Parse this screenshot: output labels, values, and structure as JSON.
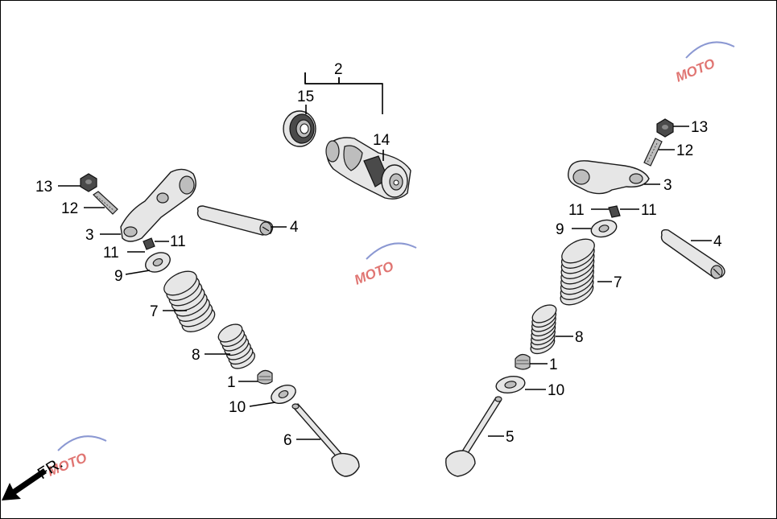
{
  "callouts": {
    "c2": "2",
    "c15": "15",
    "c14": "14",
    "left": {
      "c13": "13",
      "c12": "12",
      "c3": "3",
      "c11a": "11",
      "c11b": "11",
      "c9": "9",
      "c7": "7",
      "c8": "8",
      "c1": "1",
      "c10": "10",
      "c6": "6",
      "c4": "4"
    },
    "right": {
      "c13": "13",
      "c12": "12",
      "c3": "3",
      "c11a": "11",
      "c11b": "11",
      "c9": "9",
      "c7": "7",
      "c8": "8",
      "c1": "1",
      "c10": "10",
      "c5": "5",
      "c4": "4"
    }
  },
  "direction_label": "FR.",
  "watermark": {
    "text": "MOTO",
    "colors": {
      "red": "#d9534f",
      "blue": "#6f7fc8"
    }
  }
}
